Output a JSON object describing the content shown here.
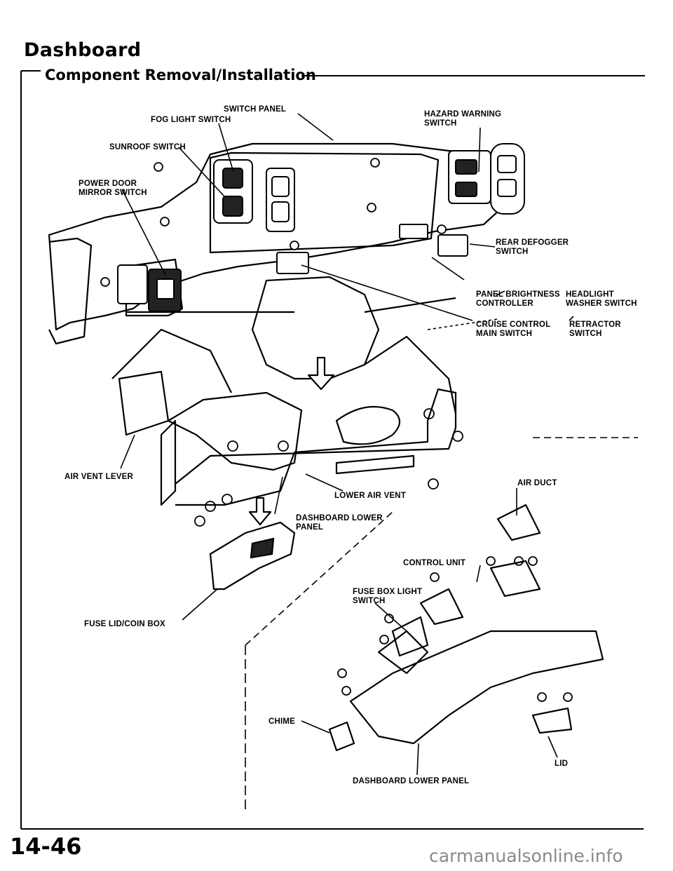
{
  "page": {
    "title": "Dashboard",
    "subtitle": "Component Removal/Installation",
    "page_number": "14-46",
    "watermark": "carmanualsonline.info"
  },
  "labels": {
    "switch_panel": "SWITCH PANEL",
    "fog_light_switch": "FOG LIGHT SWITCH",
    "hazard_warning_switch": [
      "HAZARD WARNING",
      "SWITCH"
    ],
    "sunroof_switch": "SUNROOF SWITCH",
    "power_door_mirror_switch": [
      "POWER DOOR",
      "MIRROR SWITCH"
    ],
    "rear_defogger_switch": [
      "REAR DEFOGGER",
      "SWITCH"
    ],
    "panel_brightness_controller": [
      "PANEL BRIGHTNESS",
      "CONTROLLER"
    ],
    "headlight_washer_switch": [
      "HEADLIGHT",
      "WASHER SWITCH"
    ],
    "cruise_control_main_switch": [
      "CRUISE CONTROL",
      "MAIN SWITCH"
    ],
    "retractor_switch": [
      "RETRACTOR",
      "SWITCH"
    ],
    "air_vent_lever": "AIR VENT LEVER",
    "lower_air_vent": "LOWER AIR VENT",
    "air_duct": "AIR DUCT",
    "dashboard_lower_panel_upper": [
      "DASHBOARD LOWER",
      "PANEL"
    ],
    "control_unit": "CONTROL UNIT",
    "fuse_box_light_switch": [
      "FUSE BOX LIGHT",
      "SWITCH"
    ],
    "fuse_lid_coin_box": "FUSE LID/COIN BOX",
    "chime": "CHIME",
    "lid": "LID",
    "dashboard_lower_panel_bottom": "DASHBOARD LOWER PANEL"
  }
}
